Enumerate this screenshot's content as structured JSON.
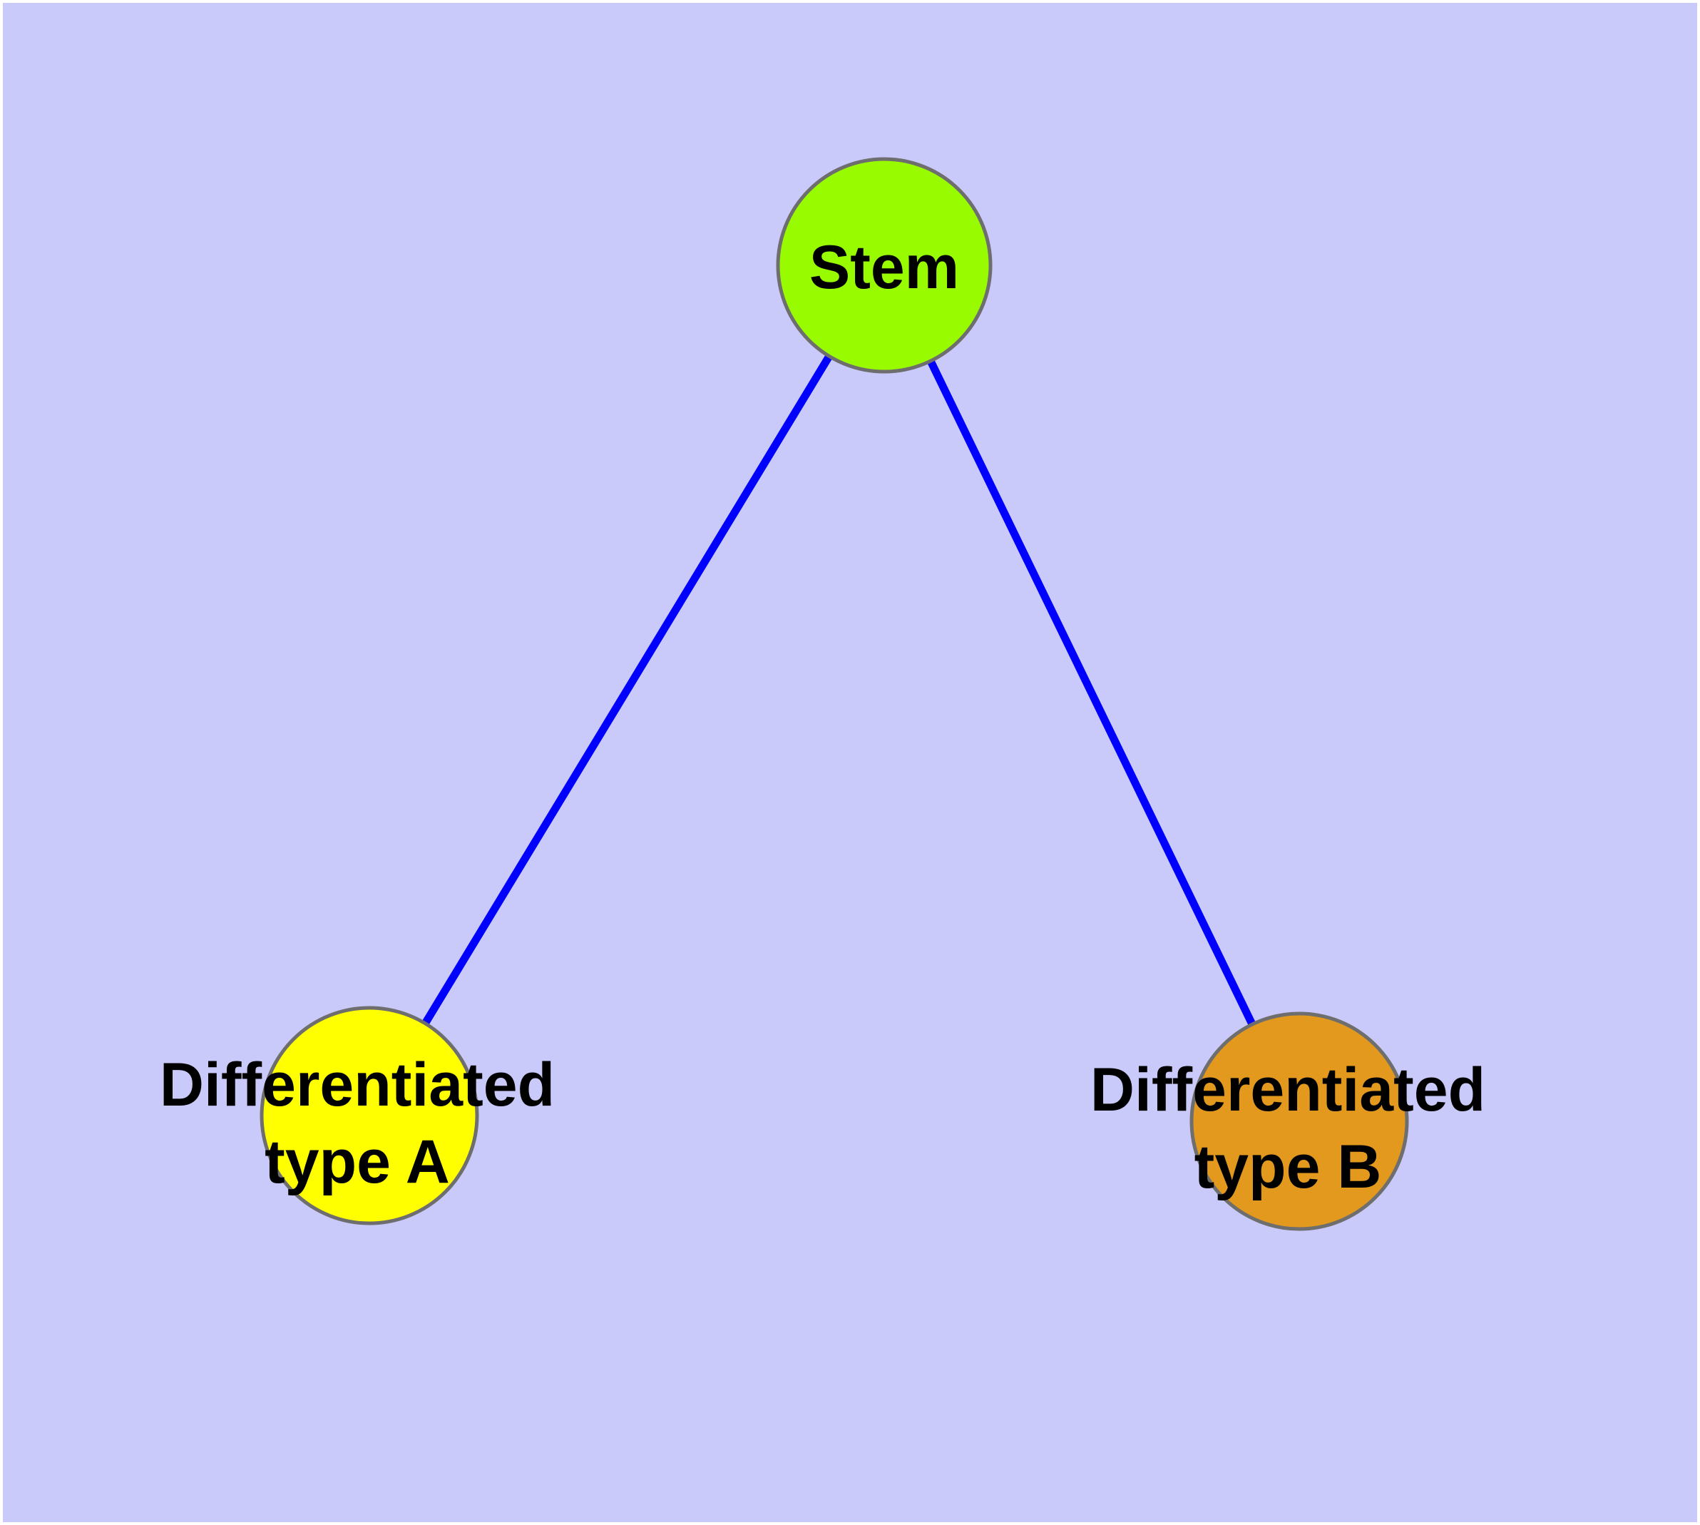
{
  "diagram": {
    "type": "node-link-graph",
    "background_color": "#CACAFA",
    "frame_color": "#FFFFFF",
    "edge_color": "#0000FF",
    "node_border_color": "#6E6E6E",
    "label_color": "#000000",
    "nodes": [
      {
        "id": "stem",
        "label_lines": [
          "Stem"
        ],
        "fill": "#98FB00"
      },
      {
        "id": "differentiated-type-a",
        "label_lines": [
          "Differentiated",
          "type A"
        ],
        "fill": "#FFFF00"
      },
      {
        "id": "differentiated-type-b",
        "label_lines": [
          "Differentiated",
          "type B"
        ],
        "fill": "#E2991E"
      }
    ],
    "edges": [
      {
        "from": "stem",
        "to": "differentiated-type-a"
      },
      {
        "from": "stem",
        "to": "differentiated-type-b"
      }
    ]
  }
}
